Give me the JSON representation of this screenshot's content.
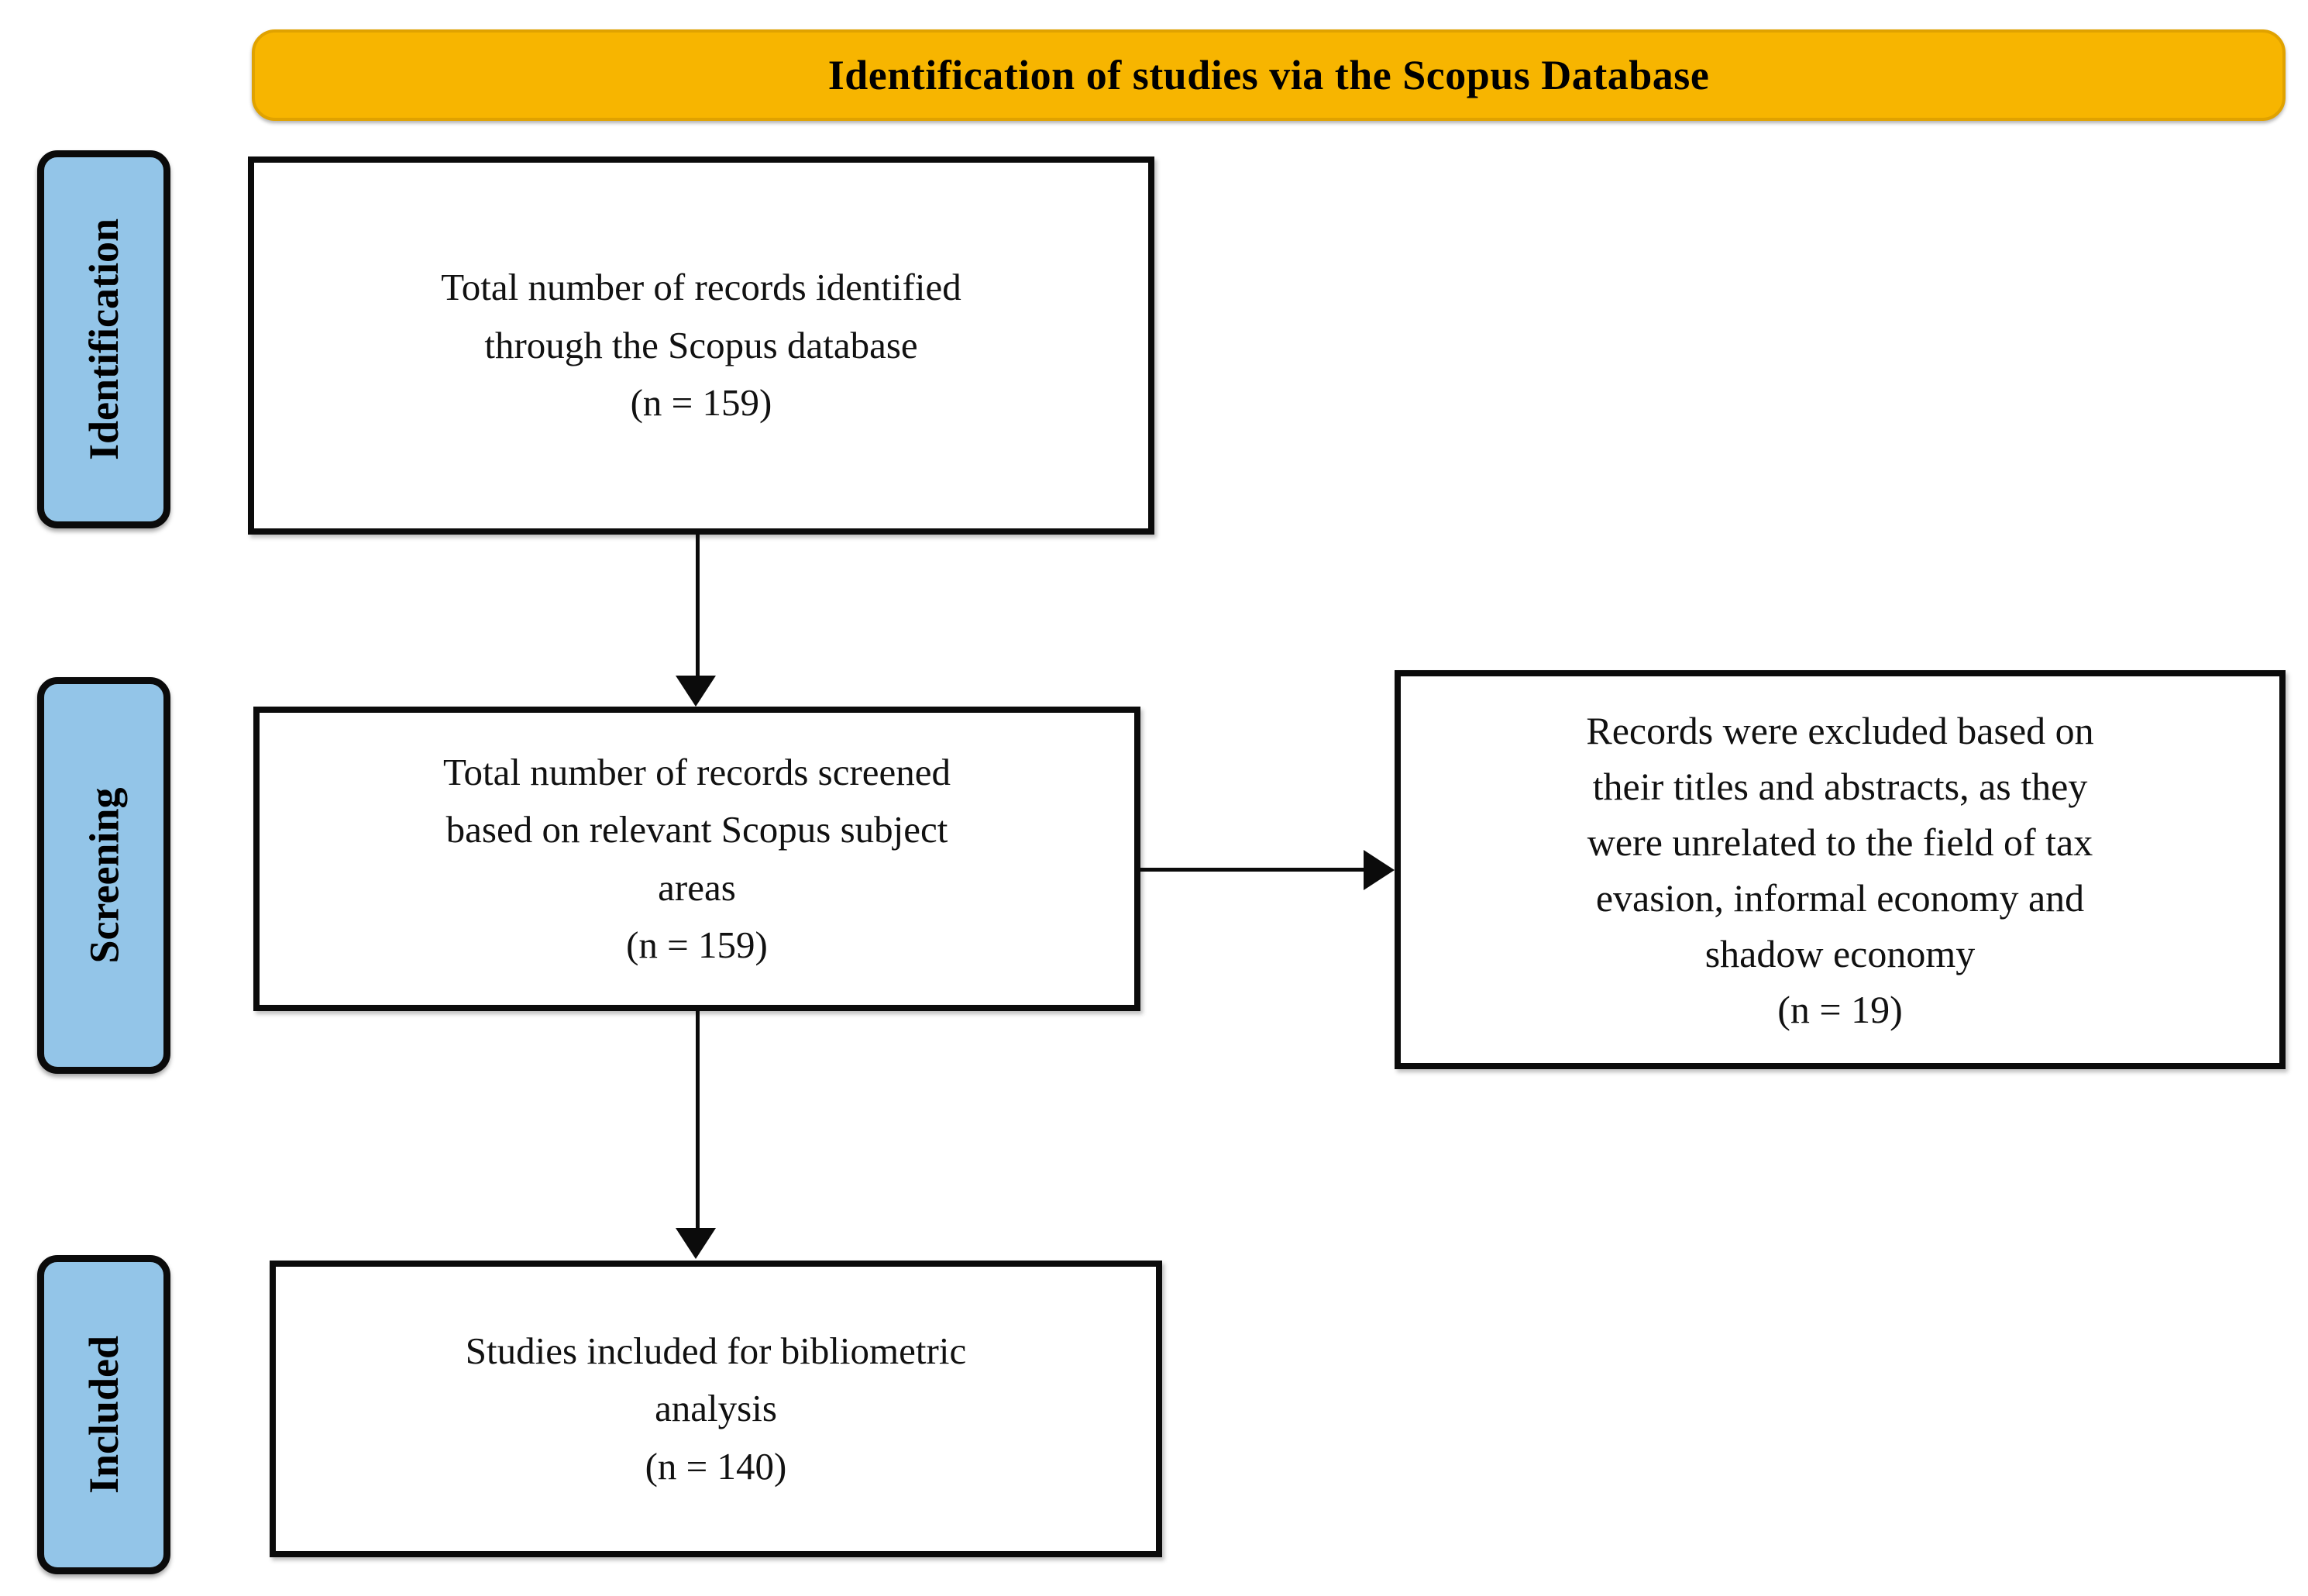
{
  "banner": {
    "title": "Identification of studies via the Scopus Database",
    "color": "#F7B500"
  },
  "stages": [
    {
      "id": "identification",
      "label": "Identification",
      "color": "#93C5E8"
    },
    {
      "id": "screening",
      "label": "Screening",
      "color": "#93C5E8"
    },
    {
      "id": "included",
      "label": "Included",
      "color": "#93C5E8"
    }
  ],
  "boxes": {
    "identified": {
      "line1": "Total number of records identified",
      "line2": "through the Scopus database",
      "line3": "(n = 159)",
      "count": 159
    },
    "screened": {
      "line1": "Total number of records screened",
      "line2": "based on relevant Scopus subject",
      "line3": "areas",
      "line4": "(n = 159)",
      "count": 159
    },
    "excluded": {
      "line1": "Records were excluded based on",
      "line2": "their titles and abstracts, as they",
      "line3": "were unrelated to the field of tax",
      "line4": "evasion, informal economy and",
      "line5": "shadow economy",
      "line6": "(n = 19)",
      "count": 19
    },
    "included": {
      "line1": "Studies included for bibliometric",
      "line2": "analysis",
      "line3": "(n = 140)",
      "count": 140
    }
  },
  "connectors": [
    {
      "id": "identified-to-screened",
      "direction": "down"
    },
    {
      "id": "screened-to-included",
      "direction": "down"
    },
    {
      "id": "screened-to-excluded",
      "direction": "right"
    }
  ]
}
